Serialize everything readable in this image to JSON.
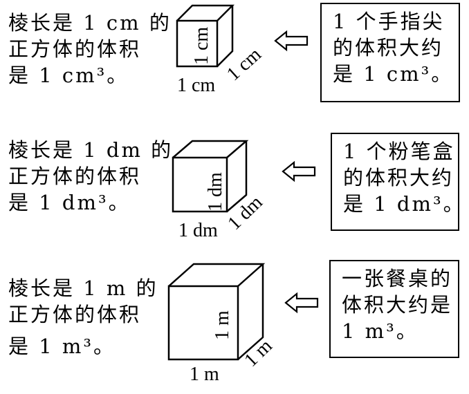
{
  "rows": [
    {
      "description": [
        "棱长是 1 cm 的",
        "正方体的体积",
        "是 1 cm³。"
      ],
      "edge_front": "1 cm",
      "edge_side": "1 cm",
      "edge_depth": "1 cm",
      "example": [
        "1 个手指尖",
        "的体积大约",
        "是 1 cm³。"
      ]
    },
    {
      "description": [
        "棱长是 1 dm 的",
        "正方体的体积",
        "是 1 dm³。"
      ],
      "edge_front": "1 dm",
      "edge_side": "1 dm",
      "edge_depth": "1 dm",
      "example": [
        "1 个粉笔盒",
        "的体积大约",
        "是 1 dm³。"
      ]
    },
    {
      "description": [
        "棱长是 1 m 的",
        "正方体的体积",
        "是 1 m³。"
      ],
      "edge_front": "1 m",
      "edge_side": "1 m",
      "edge_depth": "1 m",
      "example": [
        "一张餐桌的",
        "体积大约是",
        "1 m³。"
      ]
    }
  ],
  "icons": {
    "arrow": "hollow-left-arrow-icon"
  }
}
